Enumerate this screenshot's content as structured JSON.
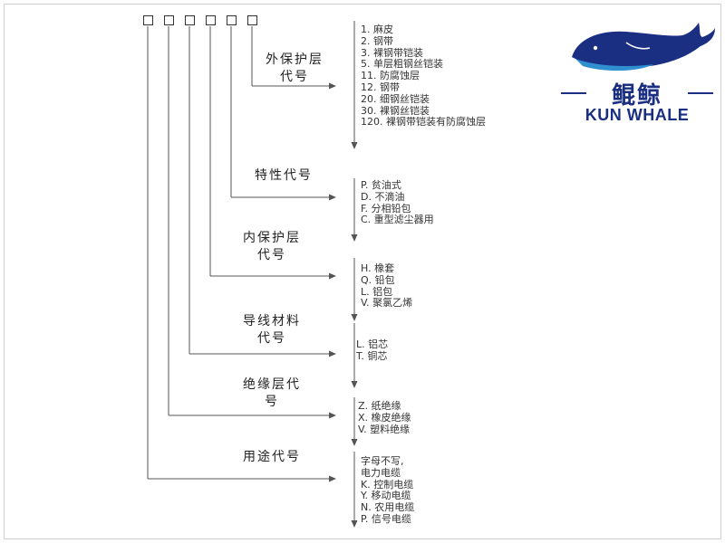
{
  "logo": {
    "chinese": "鲲鲸",
    "english": "KUN WHALE",
    "color": "#1a2e82",
    "icon": "whale-icon"
  },
  "code_boxes": [
    "",
    "",
    "",
    "",
    "",
    ""
  ],
  "groups": [
    {
      "key": "outer",
      "title": "外保护层\n代号",
      "items": [
        "1. 麻皮",
        "2. 钢带",
        "3. 裸钢带铠装",
        "5. 单层粗钢丝铠装",
        "11. 防腐蚀层",
        "12. 钢带",
        "20. 细钢丝铠装",
        "30. 裸钢丝铠装",
        "120. 裸钢带铠装有防腐蚀层"
      ]
    },
    {
      "key": "property",
      "title": "特性代号",
      "items": [
        "P. 贫油式",
        "D. 不滴油",
        "F. 分相铅包",
        "C. 重型滤尘器用"
      ]
    },
    {
      "key": "inner",
      "title": "内保护层\n代号",
      "items": [
        "H. 橡套",
        "Q. 铅包",
        "L. 铝包",
        "V. 聚氯乙烯"
      ]
    },
    {
      "key": "conductor",
      "title": "导线材料\n代号",
      "items": [
        "L. 铝芯",
        "T. 铜芯"
      ]
    },
    {
      "key": "insulation",
      "title": "绝缘层代\n号",
      "items": [
        "Z. 纸绝缘",
        "X. 橡皮绝缘",
        "V. 塑料绝缘"
      ]
    },
    {
      "key": "usage",
      "title": "用途代号",
      "items": [
        "字母不写,",
        "电力电缆",
        "K. 控制电缆",
        "Y. 移动电缆",
        "N. 农用电缆",
        "P. 信号电缆"
      ]
    }
  ]
}
